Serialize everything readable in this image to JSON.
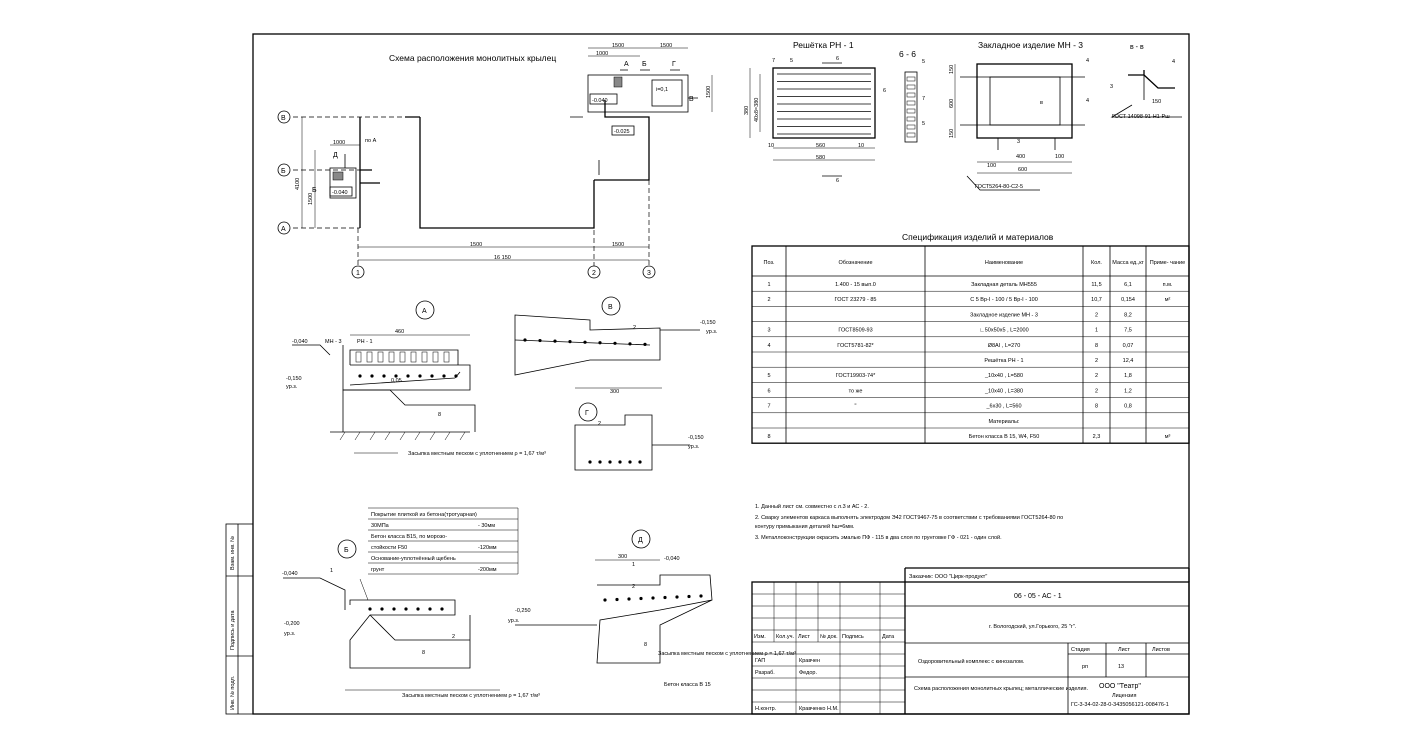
{
  "plan": {
    "title": "Схема расположения монолитных крылец",
    "axes_rows": [
      "В",
      "Б",
      "А"
    ],
    "axes_cols": [
      "1",
      "2",
      "3"
    ],
    "marks": {
      "A": "А",
      "B": "Б",
      "G": "Г",
      "V": "В",
      "D": "Д",
      "B2": "Б"
    },
    "po_a": "по А",
    "levels": {
      "l1": "-0.040",
      "l2": "-0.025",
      "l3": "-0.040",
      "slope": "i=0,1"
    },
    "dims": {
      "total": "16 150",
      "d1": "1500",
      "d2": "1500",
      "d3": "1500",
      "d4": "1000"
    }
  },
  "grate": {
    "title": "Решётка РН - 1",
    "section": "6 - 6",
    "marks": [
      "7",
      "5",
      "6",
      "6",
      "5",
      "7",
      "5"
    ],
    "dims": {
      "w1": "560",
      "w2": "580",
      "h1": "380",
      "h2": "40x8=380",
      "s": "10",
      "s2": "10"
    }
  },
  "embed": {
    "title": "Закладное изделие МН - 3",
    "section": "в - в",
    "gost": "ГОСТ 14098-91-Н1-Рш",
    "gost2": "ГОСТ5264-80-С2-5",
    "marks": [
      "3",
      "4",
      "4",
      "3",
      "4",
      "3"
    ],
    "dims": {
      "a": "100",
      "b": "400",
      "c": "100",
      "d": "600",
      "h1": "150",
      "h2": "600",
      "h3": "150",
      "e": "150"
    }
  },
  "spec": {
    "title": "Спецификация изделий и материалов",
    "headers": [
      "Поз.",
      "Обозначение",
      "Наименование",
      "Кол.",
      "Масса ед.,кг",
      "Приме- чание"
    ],
    "rows": [
      [
        "1",
        "1.400 - 15 вып.0",
        "Закладная деталь МН555",
        "11,5",
        "6,1",
        "п.м."
      ],
      [
        "2",
        "ГОСТ 23279 - 85",
        "С 5 Вр-I - 100 / 5 Вр-I - 100",
        "10,7",
        "0,154",
        "м²"
      ],
      [
        "",
        "",
        "Закладное изделие МН - 3",
        "2",
        "8,2",
        ""
      ],
      [
        "3",
        "ГОСТ8509-93",
        "∟50х50х5 , L=2000",
        "1",
        "7,5",
        ""
      ],
      [
        "4",
        "ГОСТ5781-82*",
        "Ø8АI , L=270",
        "8",
        "0,07",
        ""
      ],
      [
        "",
        "",
        "Решётка РН - 1",
        "2",
        "12,4",
        ""
      ],
      [
        "5",
        "ГОСТ19903-74*",
        "_10х40 , L=580",
        "2",
        "1,8",
        ""
      ],
      [
        "6",
        "то же",
        "_10х40 , L=380",
        "2",
        "1,2",
        ""
      ],
      [
        "7",
        "\"",
        "_6х30 , L=560",
        "8",
        "0,8",
        ""
      ],
      [
        "",
        "",
        "Материалы:",
        "",
        "",
        ""
      ],
      [
        "8",
        "",
        "Бетон класса В 15, W4, F50",
        "2,3",
        "",
        "м³"
      ]
    ]
  },
  "notes": [
    "1. Данный лист см. совместно с л.3 и АС - 2.",
    "2. Сварку элементов каркаса выполнять электродом Э42   ГОСТ9467-75 в соответствии с требованиями ГОСТ5264-80 по",
    "    контуру примыкания деталей  hш=6мм.",
    "3. Металлоконструкции окрасить эмалью ПФ - 115 в два слоя по грунтовке ГФ - 021 - один слой."
  ],
  "details": {
    "A": {
      "mark": "А",
      "lvl1": "-0,040",
      "lvl2": "-0,150",
      "ground": "ур.з.",
      "mn": "МН - 3",
      "rn": "РН - 1",
      "slope": "0,05",
      "dim": "460",
      "soil": "Засыпка местным песком с уплотнением ρ = 1,67 т/м³"
    },
    "V": {
      "mark": "В",
      "lvl": "-0,150",
      "ground": "ур.з.",
      "dim": "300"
    },
    "G": {
      "mark": "Г",
      "lvl": "-0,150",
      "ground": "ур.з."
    },
    "B": {
      "mark": "Б",
      "lvl1": "-0,040",
      "lvl2": "-0,200",
      "ground": "ур.з.",
      "soil": "Засыпка местным песком с уплотнением ρ = 1,67 т/м³"
    },
    "D": {
      "mark": "Д",
      "lvl1": "-0,040",
      "lvl2": "-0,250",
      "ground": "ур.з.",
      "soil": "Засыпка местным песком с уплотнением ρ = 1,67 т/м³",
      "concrete": "Бетон класса В 15",
      "dim": "300"
    }
  },
  "layers": [
    [
      "Покрытие плиткой из бетона(тротуарная)",
      ""
    ],
    [
      "30МПа",
      "- 30мм"
    ],
    [
      "Бетон класса В15, по морозо-",
      ""
    ],
    [
      "стойкости F50",
      "-120мм"
    ],
    [
      "Основание-уплотнённый щебень",
      ""
    ],
    [
      "грунт",
      "-200мм"
    ]
  ],
  "stamp": {
    "customer": "Заказчик:  ООО \"Цирк-продукт\"",
    "code": "06 - 05 - АС - 1",
    "address": "г. Вологодский, ул.Горького, 25 \"г\".",
    "object": "Оздоровительный комплекс с кинозалом.",
    "sheet_title": "Схема расположения монолитных крылец; металлические изделия.",
    "stage_h": "Стадия",
    "sheet_h": "Лист",
    "sheets_h": "Листов",
    "stage": "рп",
    "sheet": "13",
    "company": "ООО \"Театр\"",
    "license": "Лицензия",
    "license_no": "ГС-3-34-02-28-0-3435056121-008476-1",
    "headers": [
      "Изм.",
      "Кол.уч.",
      "Лист",
      "№ док.",
      "Подпись",
      "Дата"
    ],
    "people": [
      [
        "ГАП",
        "Кравчен"
      ],
      [
        "Разраб.",
        "Федор."
      ],
      [
        "Н.контр.",
        "Кравченко Н.М."
      ]
    ]
  },
  "side": [
    "Взам. инв. №",
    "Подпись и дата",
    "Инв. № подл."
  ]
}
